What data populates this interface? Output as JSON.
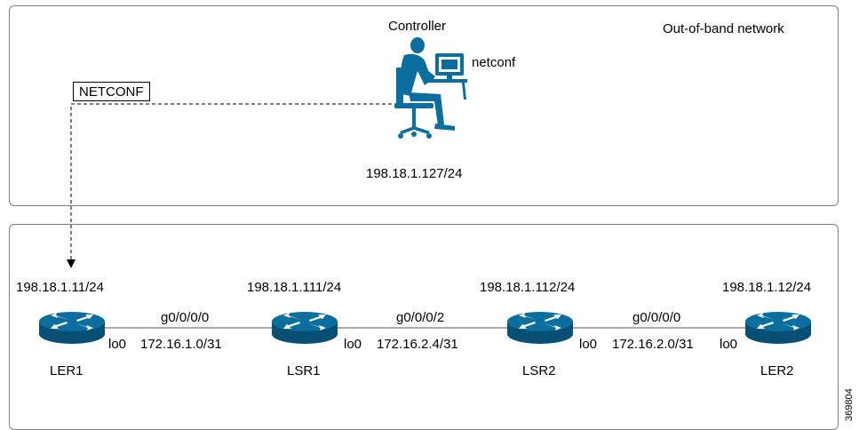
{
  "top_panel": {
    "title": "Out-of-band network",
    "controller_label": "Controller",
    "controller_protocol": "netconf",
    "controller_ip": "198.18.1.127/24",
    "link_label": "NETCONF"
  },
  "bottom_panel": {
    "routers": [
      {
        "name": "LER1",
        "ip": "198.18.1.11/24"
      },
      {
        "name": "LSR1",
        "ip": "198.18.1.111/24"
      },
      {
        "name": "LSR2",
        "ip": "198.18.1.112/24"
      },
      {
        "name": "LER2",
        "ip": "198.18.1.12/24"
      }
    ],
    "links": [
      {
        "interface": "g0/0/0/0",
        "subnet": "172.16.1.0/31",
        "left_port": "lo0",
        "right_port": ""
      },
      {
        "interface": "g0/0/0/2",
        "subnet": "172.16.2.4/31",
        "left_port": "lo0",
        "right_port": ""
      },
      {
        "interface": "g0/0/0/0",
        "subnet": "172.16.2.0/31",
        "left_port": "lo0",
        "right_port": "lo0"
      }
    ]
  },
  "figure_id": "369804",
  "colors": {
    "router": "#0a6e9e",
    "router_dark": "#074f73",
    "person": "#0a6e9e",
    "border": "#7f7f7f"
  }
}
